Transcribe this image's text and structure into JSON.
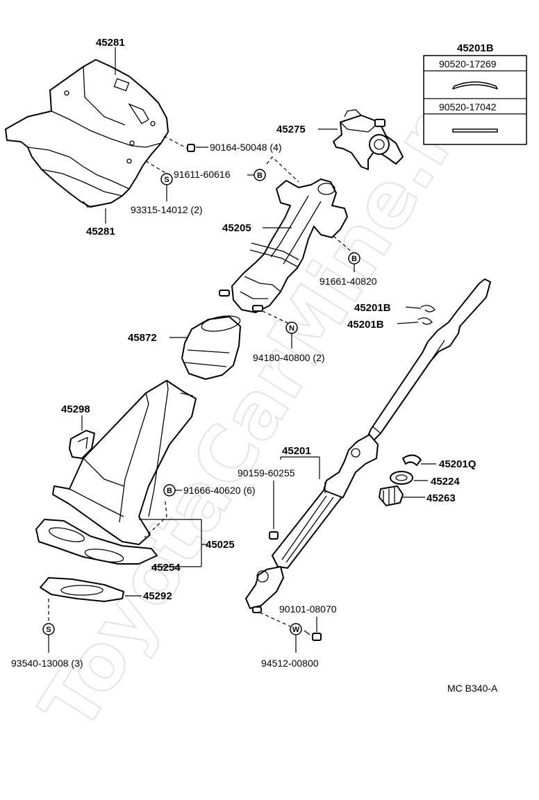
{
  "watermark": "ToyotaCarMine.ru",
  "drawing_code": "MC B340-A",
  "parts": {
    "p45281_top": "45281",
    "p45281_bottom": "45281",
    "p45275": "45275",
    "p90164": "90164-50048 (4)",
    "p91611": "91611-60616",
    "p93315": "93315-14012 (2)",
    "p45205": "45205",
    "p91661": "91661-40820",
    "p45872": "45872",
    "p94180": "94180-40800 (2)",
    "p45201B_a": "45201B",
    "p45201B_b": "45201B",
    "p45298": "45298",
    "p45201": "45201",
    "p90159": "90159-60255",
    "p91666": "91666-40620 (6)",
    "p45201Q": "45201Q",
    "p45224": "45224",
    "p45263": "45263",
    "p45025": "45025",
    "p45254": "45254",
    "p45292": "45292",
    "p90101": "90101-08070",
    "p93540": "93540-13008 (3)",
    "p94512": "94512-00800"
  },
  "legend_box": {
    "title": "45201B",
    "row1": "90520-17269",
    "row2": "90520-17042"
  },
  "badges": {
    "b1": "B",
    "b2": "B",
    "b3": "B",
    "s1": "S",
    "s2": "S",
    "n1": "N",
    "w1": "W"
  }
}
